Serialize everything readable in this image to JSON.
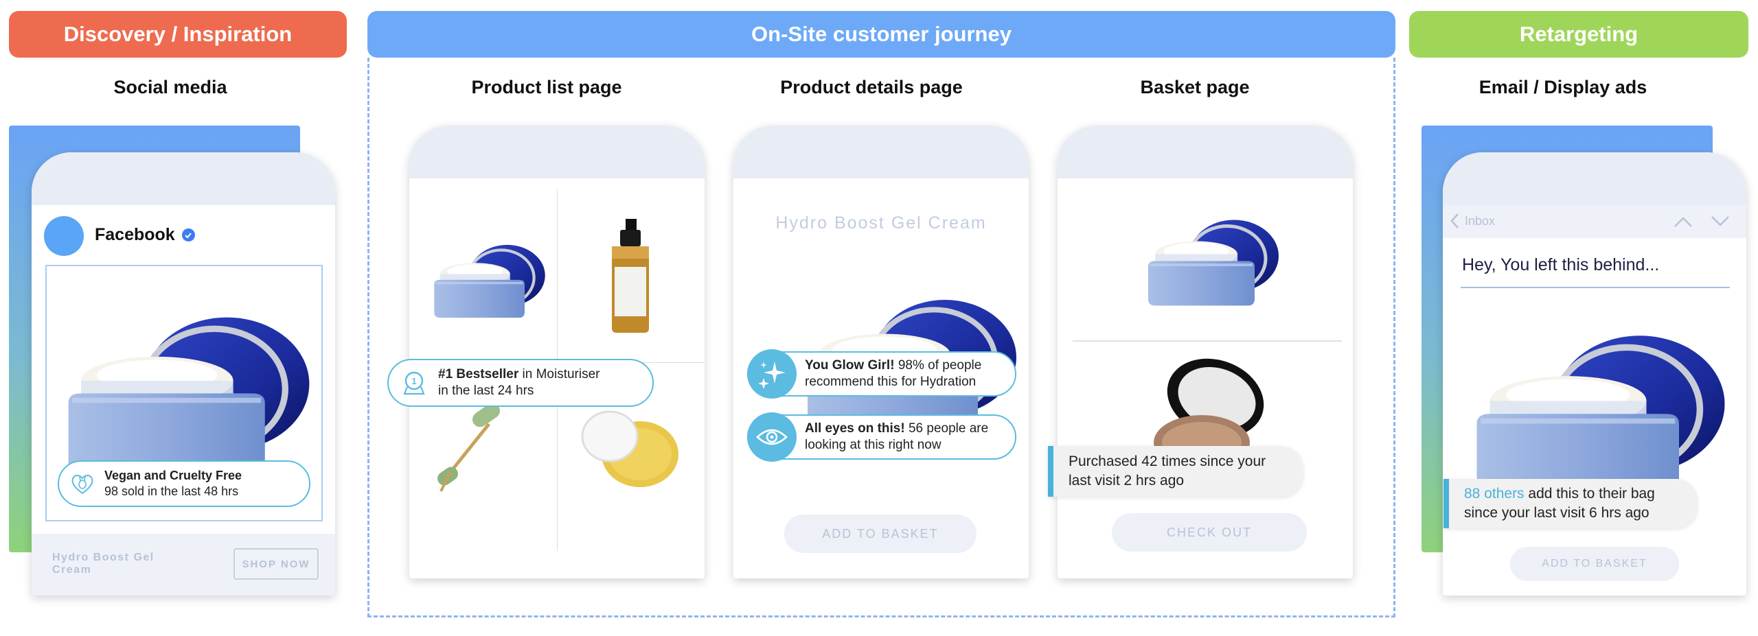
{
  "headers": {
    "discovery": "Discovery / Inspiration",
    "onsite": "On-Site customer journey",
    "retargeting": "Retargeting"
  },
  "subtitles": {
    "social": "Social media",
    "plp": "Product list page",
    "pdp": "Product details page",
    "basket": "Basket page",
    "email": "Email / Display ads"
  },
  "social": {
    "brand": "Facebook",
    "toast_title": "Vegan and Cruelty Free",
    "toast_sub": "98 sold in the last 48 hrs",
    "product_name": "Hydro Boost Gel Cream",
    "shop_button": "SHOP NOW"
  },
  "plp": {
    "badge_bold": "#1 Bestseller",
    "badge_rest": " in Moisturiser",
    "badge_line2": "in the last 24 hrs"
  },
  "pdp": {
    "product_name": "Hydro Boost Gel Cream",
    "glow_bold": "You Glow Girl!",
    "glow_rest": " 98% of people",
    "glow_line2": "recommend this for Hydration",
    "eyes_bold": "All eyes on this!",
    "eyes_rest": " 56 people are",
    "eyes_line2": "looking at this right now",
    "add_button": "ADD TO BASKET"
  },
  "basket": {
    "toast_line1": "Purchased 42 times since your",
    "toast_line2": "last visit 2 hrs ago",
    "checkout_button": "CHECK OUT"
  },
  "email": {
    "inbox": "Inbox",
    "subject": "Hey, You left this behind...",
    "toast_highlight": "88 others",
    "toast_rest": " add this to their bag",
    "toast_line2": "since your last visit 6 hrs ago",
    "add_button": "ADD TO BASKET"
  },
  "colors": {
    "discovery": "#ef6b4f",
    "onsite": "#6ea9f7",
    "retargeting": "#9fd65a",
    "accent": "#5bbbe0",
    "highlight": "#4ab1da"
  },
  "icons": [
    "verified-check-icon",
    "bunny-heart-icon",
    "award-ribbon-icon",
    "sparkle-icon",
    "eye-icon",
    "chevron-left-icon",
    "chevron-up-icon",
    "chevron-down-icon"
  ]
}
